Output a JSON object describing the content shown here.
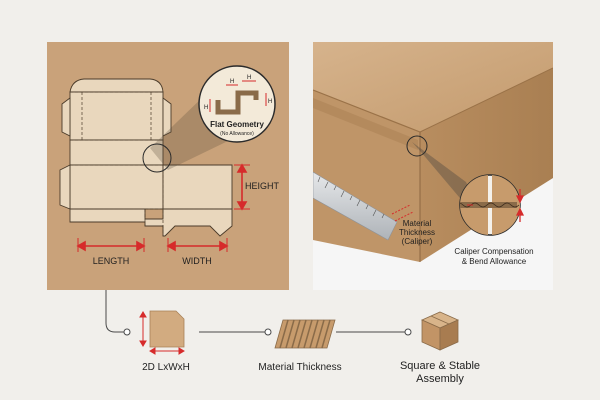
{
  "left_panel": {
    "dimension_length": "LENGTH",
    "dimension_width": "WIDTH",
    "dimension_height": "HEIGHT",
    "callout_title": "Flat Geometry",
    "callout_subtitle": "(No Allowance)",
    "callout_marks": [
      "H",
      "H",
      "H",
      "H"
    ]
  },
  "right_panel": {
    "material_label": [
      "Material",
      "Thickness",
      "(Caliper)"
    ],
    "caliper_label": [
      "Caliper Compensation",
      "& Bend Allowance"
    ]
  },
  "flow": {
    "steps": [
      {
        "label": "2D LxWxH",
        "icon": "flat-template-icon"
      },
      {
        "label": "Material Thickness",
        "icon": "corrugated-board-icon"
      },
      {
        "label": "Square & Stable\nAssembly",
        "icon": "box-icon"
      }
    ]
  },
  "colors": {
    "kraft": "#c9a27a",
    "kraft_dark": "#b98f63",
    "dimension_red": "#d62b2b",
    "background": "#f1efeb"
  }
}
